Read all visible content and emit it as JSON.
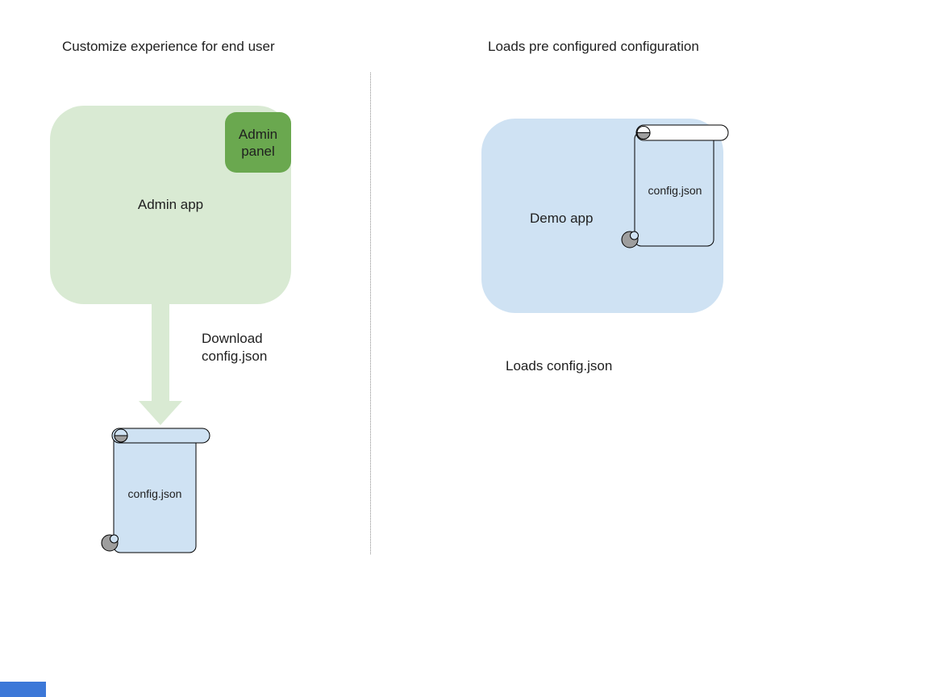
{
  "colors": {
    "admin_app_fill": "#d9ead3",
    "admin_panel_fill": "#6aa84f",
    "download_arrow_fill": "#d9ead3",
    "scroll_fill": "#cfe2f3",
    "demo_app_fill": "#cfe2f3",
    "scroll_curl_gray": "#9e9e9e",
    "divider_gray": "#8c8c8c",
    "corner_shape_blue": "#3c78d8",
    "text_color": "#1f1f1f"
  },
  "left": {
    "title": "Customize experience for end user",
    "admin_app_label": "Admin app",
    "admin_panel_label": "Admin panel",
    "download_label": "Download config.json",
    "scroll_label": "config.json"
  },
  "right": {
    "title": "Loads pre configured configuration",
    "demo_app_label": "Demo app",
    "scroll_label": "config.json",
    "caption": "Loads config.json"
  }
}
